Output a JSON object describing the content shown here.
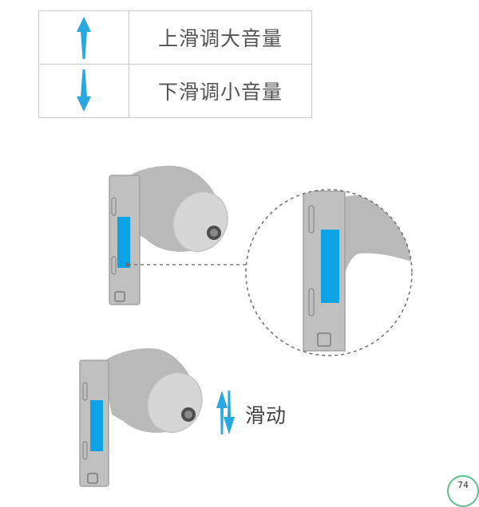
{
  "colors": {
    "accent": "#29a8e0",
    "sensor": "#0ba3e6",
    "earbud_stem": "#c0c0c0",
    "earbud_body": "#b9b9b9",
    "ear_tip": "#d3d3d3",
    "table_border": "#c9c9c9",
    "page_ring": "#59c18a"
  },
  "gesture_table": {
    "rows": [
      {
        "icon": "arrow-up-icon",
        "label": "上滑调大音量"
      },
      {
        "icon": "arrow-down-icon",
        "label": "下滑调小音量"
      }
    ]
  },
  "illustration": {
    "slide_icon": "swap-vertical-arrows-icon",
    "slide_label": "滑动"
  },
  "page_number": "74"
}
